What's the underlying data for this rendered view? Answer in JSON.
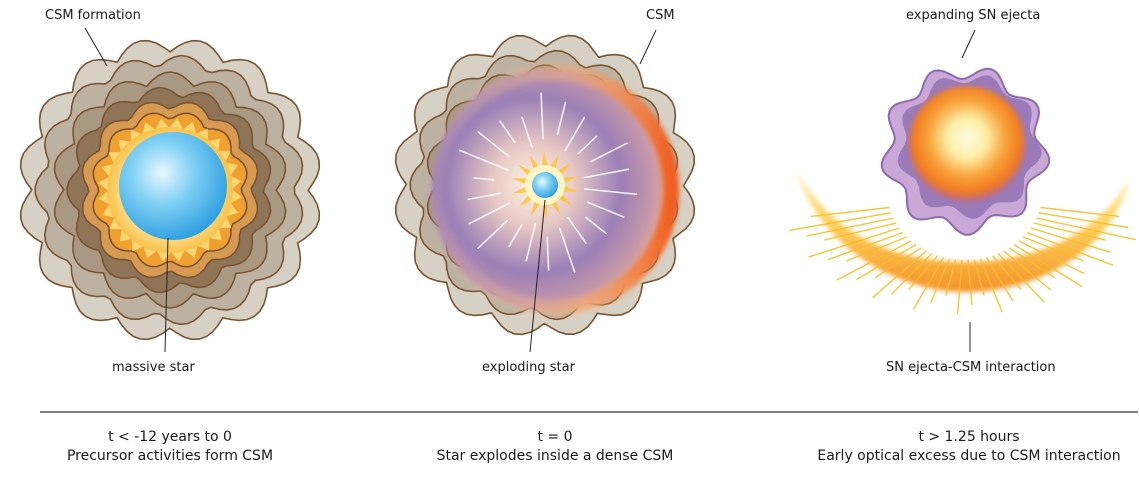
{
  "panels": [
    {
      "callout_top": "CSM formation",
      "callout_bottom": "massive star",
      "caption_time": "t < -12 years to 0",
      "caption_text": "Precursor activities form CSM"
    },
    {
      "callout_top": "CSM",
      "callout_bottom": "exploding star",
      "caption_time": "t = 0",
      "caption_text": "Star explodes inside a dense CSM"
    },
    {
      "callout_top": "expanding SN ejecta",
      "callout_bottom": "SN ejecta-CSM interaction",
      "caption_time": "t > 1.25 hours",
      "caption_text": "Early optical excess due to CSM interaction"
    }
  ],
  "colors": {
    "cloud_fill": "#bdb4a6",
    "cloud_stroke": "#7a5430",
    "star_blue": "#4fb3e6",
    "flame_orange": "#f0a030",
    "ejecta_purple": "#9a7ab8",
    "shock_orange": "#f08a25",
    "ray_yellow": "#f5c020",
    "divider": "#333333"
  }
}
